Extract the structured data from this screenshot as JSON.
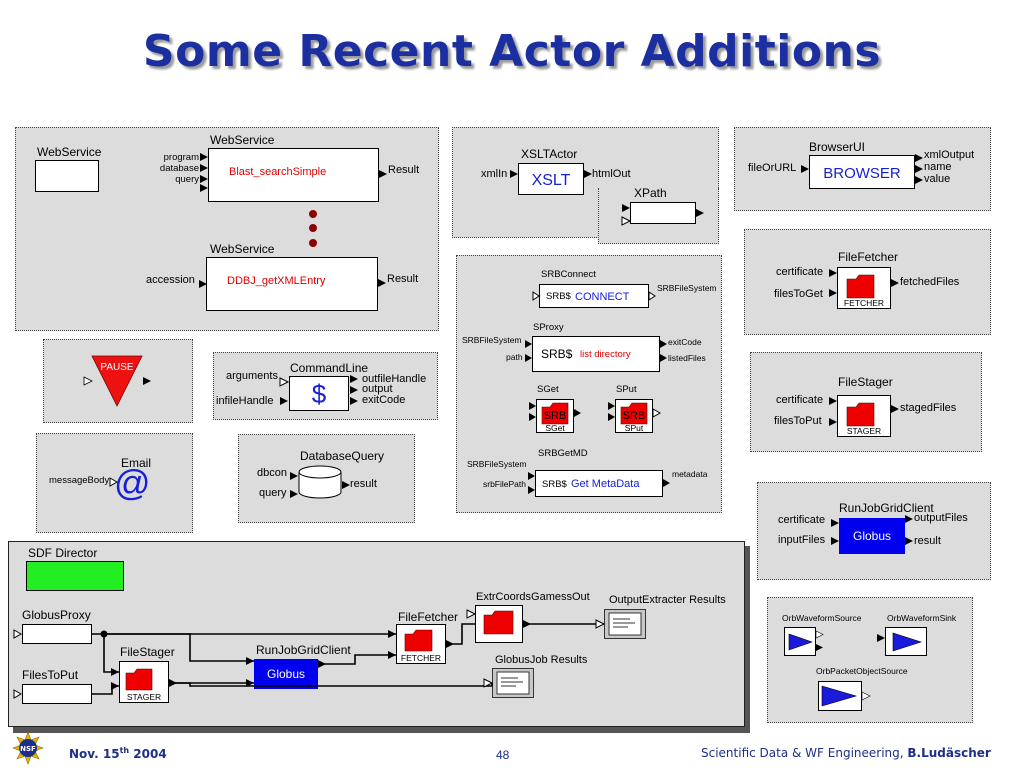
{
  "slide": {
    "title": "Some Recent Actor Additions",
    "page_number": "48",
    "date_prefix": "Nov. 15",
    "date_sup": "th",
    "date_year": " 2004",
    "footer_right_prefix": "Scientific Data & WF Engineering, ",
    "footer_right_author": "B.Ludäscher",
    "logo_label": "NSF"
  },
  "webservice": {
    "small_label": "WebService",
    "ws1": {
      "title": "WebService",
      "ports_in": [
        "program",
        "database",
        "query"
      ],
      "name": "Blast_searchSimple",
      "port_out": "Result"
    },
    "ws2": {
      "title": "WebService",
      "port_in": "accession",
      "name": "DDBJ_getXMLEntry",
      "port_out": "Result"
    }
  },
  "xslt": {
    "title": "XSLTActor",
    "port_in": "xmlIn",
    "name": "XSLT",
    "port_out": "htmlOut",
    "xpath_title": "XPath"
  },
  "browser": {
    "title": "BrowserUI",
    "port_in": "fileOrURL",
    "name": "BROWSER",
    "ports_out": [
      "xmlOutput",
      "name",
      "value"
    ]
  },
  "filefetcher": {
    "title": "FileFetcher",
    "ports_in": [
      "certificate",
      "filesToGet"
    ],
    "icon_text": "FETCHER",
    "port_out": "fetchedFiles"
  },
  "filestager": {
    "title": "FileStager",
    "ports_in": [
      "certificate",
      "filesToPut"
    ],
    "icon_text": "STAGER",
    "port_out": "stagedFiles"
  },
  "runjob": {
    "title": "RunJobGridClient",
    "ports_in": [
      "certificate",
      "inputFiles"
    ],
    "name": "Globus",
    "ports_out": [
      "outputFiles",
      "result"
    ]
  },
  "orb": {
    "source": "OrbWaveformSource",
    "sink": "OrbWaveformSink",
    "packet": "OrbPacketObjectSource"
  },
  "pause": {
    "label": "PAUSE"
  },
  "commandline": {
    "title": "CommandLine",
    "ports_in": [
      "arguments",
      "infileHandle"
    ],
    "symbol": "$",
    "ports_out": [
      "outfileHandle",
      "output",
      "exitCode"
    ]
  },
  "email": {
    "title": "Email",
    "port_in": "messageBody",
    "symbol": "@"
  },
  "dbquery": {
    "title": "DatabaseQuery",
    "ports_in": [
      "dbcon",
      "query"
    ],
    "port_out": "result"
  },
  "srb": {
    "connect": {
      "title": "SRBConnect",
      "prefix": "SRB$",
      "name": "CONNECT",
      "port_out": "SRBFileSystem"
    },
    "proxy": {
      "title": "SProxy",
      "ports_in": [
        "SRBFileSystem",
        "path"
      ],
      "prefix": "SRB$",
      "name": "list directory",
      "ports_out": [
        "exitCode",
        "listedFiles"
      ]
    },
    "sget": {
      "title": "SGet",
      "icon": "SRB",
      "caption": "SGet"
    },
    "sput": {
      "title": "SPut",
      "icon": "SRB",
      "caption": "SPut"
    },
    "getmd": {
      "title": "SRBGetMD",
      "ports_in": [
        "SRBFileSystem",
        "srbFilePath"
      ],
      "prefix": "SRB$",
      "name": "Get MetaData",
      "port_out": "metadata"
    }
  },
  "workflow": {
    "director": "SDF Director",
    "globusproxy": "GlobusProxy",
    "filestoput": "FilesToPut",
    "filestager": "FileStager",
    "stager_text": "STAGER",
    "runjob": "RunJobGridClient",
    "globus": "Globus",
    "filefetcher": "FileFetcher",
    "fetcher_text": "FETCHER",
    "extr": "ExtrCoordsGamessOut",
    "extr_results": "OutputExtracter Results",
    "globus_results": "GlobusJob Results"
  },
  "colors": {
    "title": "#1c2fa0",
    "panel": "#dcdcdc",
    "red": "#e00000",
    "globus": "#0000ee",
    "director": "#22ee22"
  }
}
